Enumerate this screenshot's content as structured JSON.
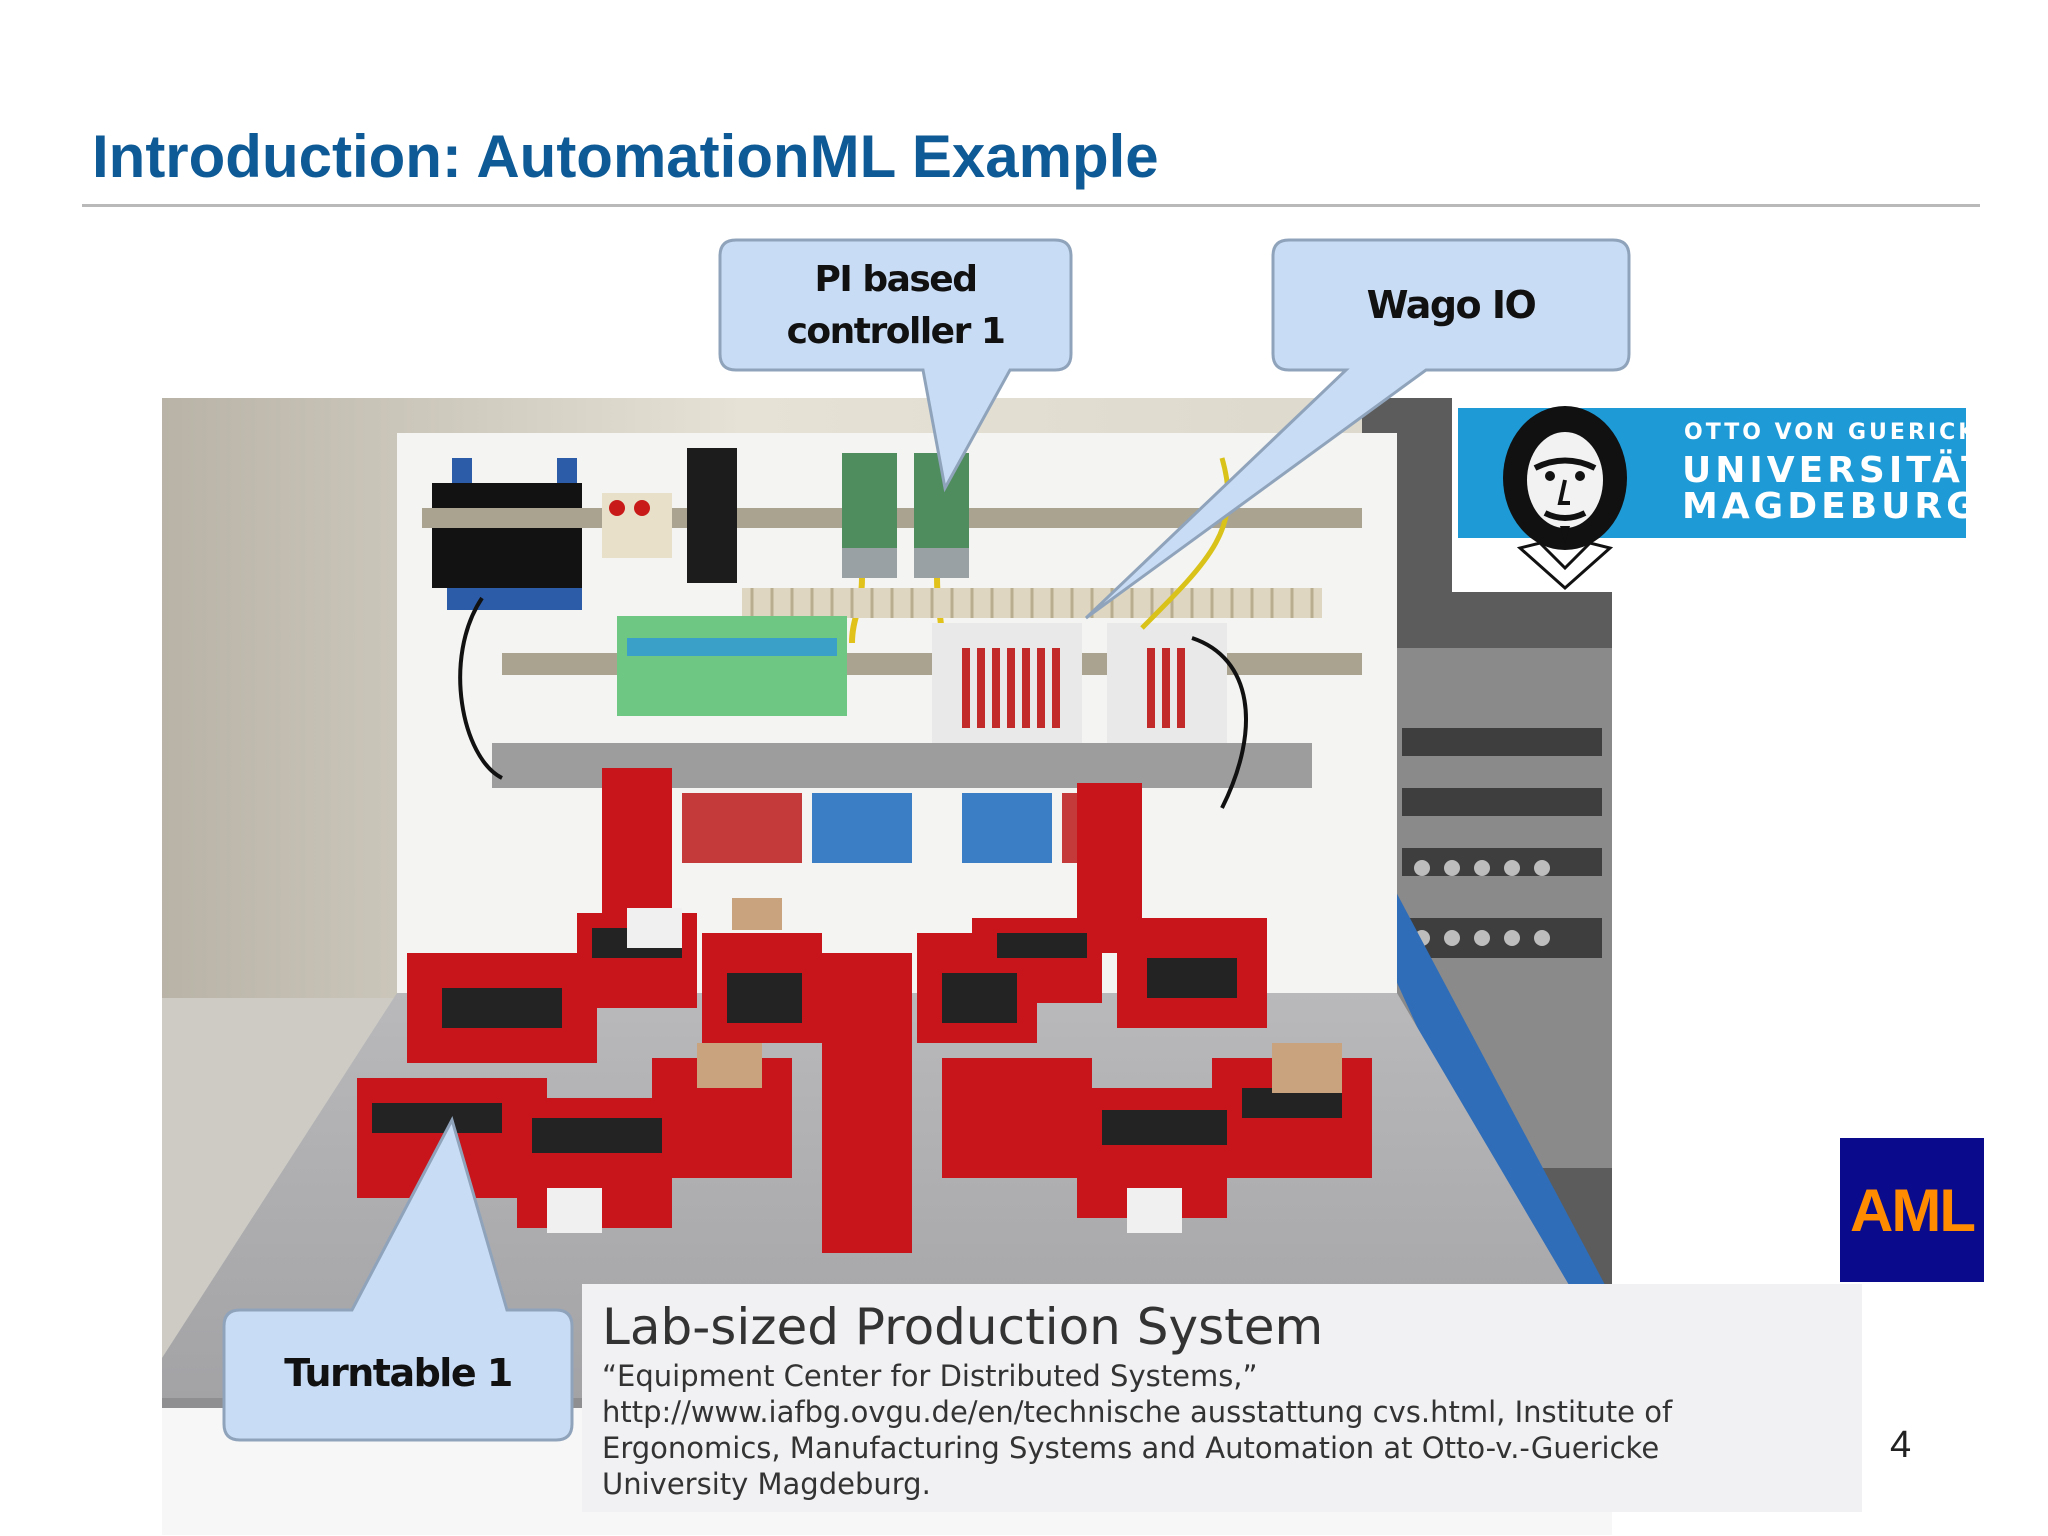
{
  "slide": {
    "title": "Introduction: AutomationML Example",
    "page_number": "4"
  },
  "callouts": {
    "pi_controller": {
      "line1": "PI based",
      "line2": "controller 1"
    },
    "wago": {
      "label": "Wago IO"
    },
    "turntable": {
      "label": "Turntable 1"
    }
  },
  "logos": {
    "university": {
      "line1": "OTTO VON GUERICKE",
      "line2": "UNIVERSITÄT",
      "line3": "MAGDEBURG"
    },
    "aml": {
      "text": "AML",
      "color": "#ff8c00",
      "background": "#0a0a8c"
    }
  },
  "caption": {
    "title": "Lab-sized Production System",
    "lines": [
      "“Equipment Center for Distributed Systems,”",
      "http://www.iafbg.ovgu.de/en/technische ausstattung cvs.html, Institute of",
      "Ergonomics, Manufacturing Systems and Automation at Otto-v.-Guericke",
      "University Magdeburg."
    ]
  },
  "colors": {
    "title": "#0e5a96",
    "callout_fill": "#c9dcf5",
    "module_red": "#c8141b"
  }
}
